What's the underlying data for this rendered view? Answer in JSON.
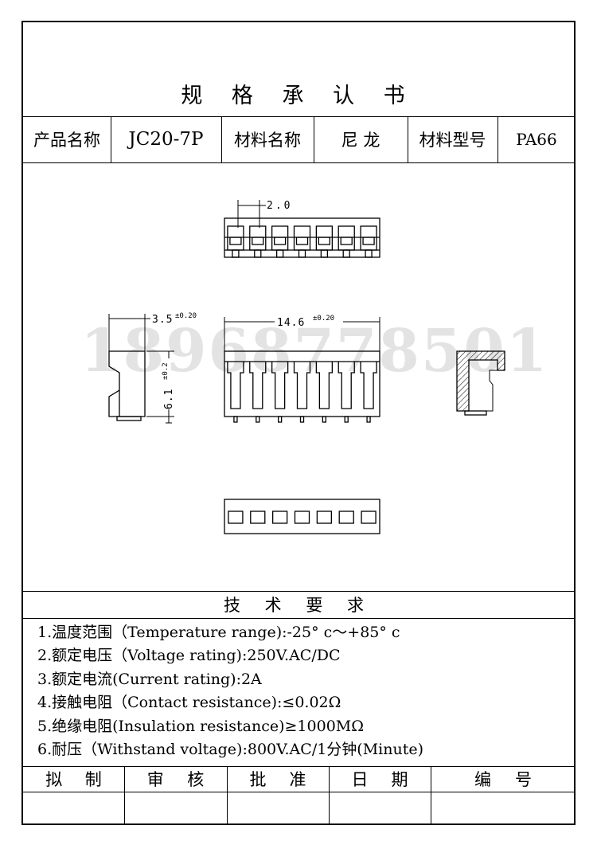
{
  "title": "规 格 承 认 书",
  "header": {
    "product_name_label": "产品名称",
    "product_name": "JC20-7P",
    "material_name_label": "材料名称",
    "material_name": "尼 龙",
    "material_model_label": "材料型号",
    "material_model": "PA66"
  },
  "drawing": {
    "watermark": "18968778501",
    "dims": {
      "pitch": "2.0",
      "depth": "3.5",
      "depth_tol": "±0.20",
      "length": "14.6",
      "length_tol": "±0.20",
      "height": "6.1",
      "height_tol": "±0.2"
    },
    "pins": 7
  },
  "requirements": {
    "title": "技 术 要 求",
    "items": [
      "1.温度范围（Temperature range):-25° c～+85° c",
      "2.额定电压（Voltage rating):250V.AC/DC",
      "3.额定电流(Current rating):2A",
      "4.接触电阻（Contact resistance):≤0.02Ω",
      "5.绝缘电阻(Insulation resistance)≥1000MΩ",
      "6.耐压（Withstand voltage):800V.AC/1分钟(Minute)"
    ]
  },
  "signoff": [
    {
      "c1": "拟",
      "c2": "制"
    },
    {
      "c1": "审",
      "c2": "核"
    },
    {
      "c1": "批",
      "c2": "准"
    },
    {
      "c1": "日",
      "c2": "期"
    },
    {
      "c1": "编",
      "c2": "号"
    }
  ]
}
